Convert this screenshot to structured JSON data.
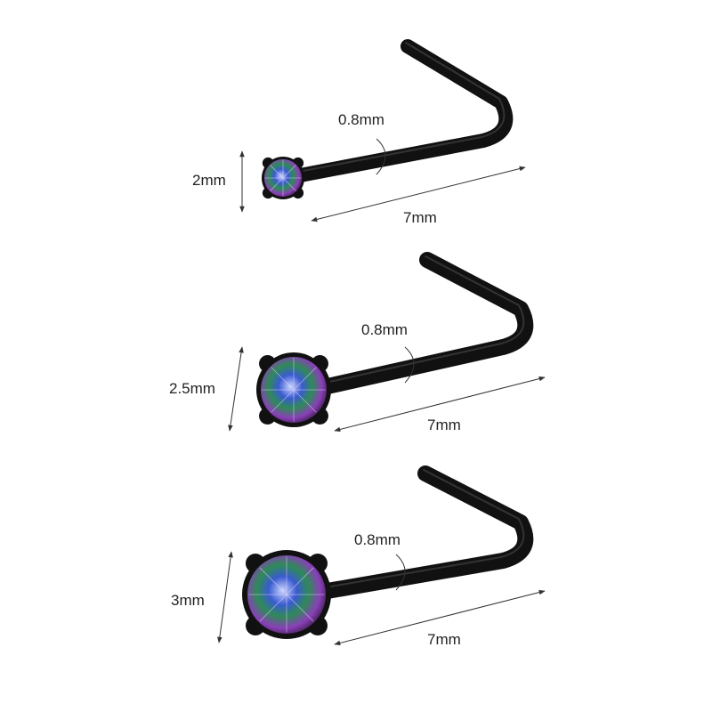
{
  "items": [
    {
      "gauge_label": "0.8mm",
      "gem_size_label": "2mm",
      "length_label": "7mm"
    },
    {
      "gauge_label": "0.8mm",
      "gem_size_label": "2.5mm",
      "length_label": "7mm"
    },
    {
      "gauge_label": "0.8mm",
      "gem_size_label": "3mm",
      "length_label": "7mm"
    }
  ],
  "colors": {
    "metal": "#111111",
    "gem_purple": "#8a3fb8",
    "gem_green": "#2e8b57",
    "gem_blue": "#3a5bd0"
  }
}
